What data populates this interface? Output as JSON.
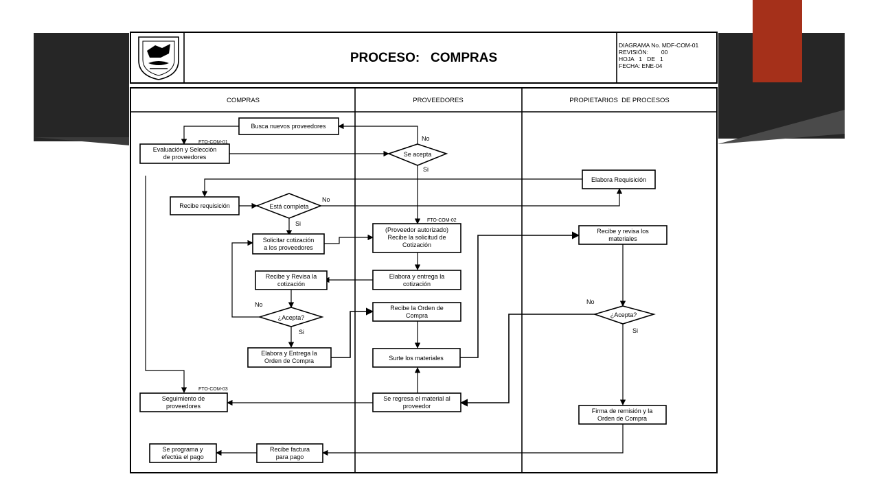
{
  "colors": {
    "accent": "#a5301a",
    "band": "#262626",
    "line": "#000000"
  },
  "header": {
    "logo_icon": "emblem-shield-icon",
    "title": "PROCESO:   COMPRAS",
    "meta": [
      "DIAGRAMA No. MDF-COM-01",
      "REVISIÓN:        00",
      "HOJA   1   DE   1",
      "FECHA: ENE-04"
    ]
  },
  "lanes": [
    "COMPRAS",
    "PROVEEDORES",
    "PROPIETARIOS  DE PROCESOS"
  ],
  "forms": [
    "FTO-COM-01",
    "FTO-COM-02",
    "FTO-COM-03"
  ],
  "nodes": {
    "busca": [
      "Busca nuevos proveedores"
    ],
    "evaluacion": [
      "Evaluación y Selección",
      "de proveedores"
    ],
    "se_acepta": [
      "Se acepta"
    ],
    "elabora_requisicion": [
      "Elabora Requisición"
    ],
    "recibe_requisicion": [
      "Recibe requisición"
    ],
    "esta_completa": [
      "Está completa"
    ],
    "solicitar": [
      "Solicitar cotización",
      "a los proveedores"
    ],
    "proveedor_autorizado": [
      "(Proveedor autorizado)",
      "Recibe la solicitud de",
      "Cotización"
    ],
    "recibe_revisa_materiales": [
      "Recibe y revisa los",
      "materiales"
    ],
    "recibe_revisa_cotizacion": [
      "Recibe y Revisa la",
      "cotización"
    ],
    "elabora_entrega_cotizacion": [
      "Elabora y entrega la",
      "cotización"
    ],
    "acepta_compras": [
      "¿Acepta?"
    ],
    "recibe_orden": [
      "Recibe la Orden de",
      "Compra"
    ],
    "acepta_propietarios": [
      "¿Acepta?"
    ],
    "elabora_orden": [
      "Elabora y Entrega la",
      "Orden de Compra"
    ],
    "surte": [
      "Surte los materiales"
    ],
    "seguimiento": [
      "Seguimiento de",
      "proveedores"
    ],
    "regresa": [
      "Se regresa el material al",
      "proveedor"
    ],
    "firma": [
      "Firma de remisión y la",
      "Orden de Compra"
    ],
    "programa_pago": [
      "Se programa y",
      "efectúa el pago"
    ],
    "recibe_factura": [
      "Recibe factura",
      "para pago"
    ]
  },
  "edge_labels": {
    "no": "No",
    "si": "Si"
  }
}
